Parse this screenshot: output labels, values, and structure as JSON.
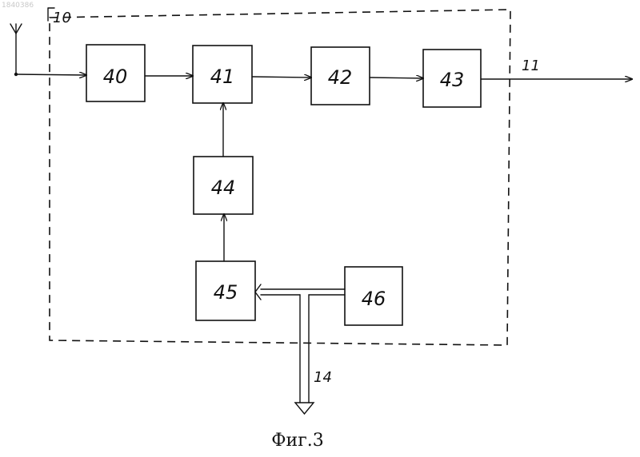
{
  "doc_number": "1840386",
  "caption": "Фиг.3",
  "boundary_label": "10",
  "output_label": "11",
  "bus_label": "14",
  "blocks": {
    "b40": "40",
    "b41": "41",
    "b42": "42",
    "b43": "43",
    "b44": "44",
    "b45": "45",
    "b46": "46"
  }
}
